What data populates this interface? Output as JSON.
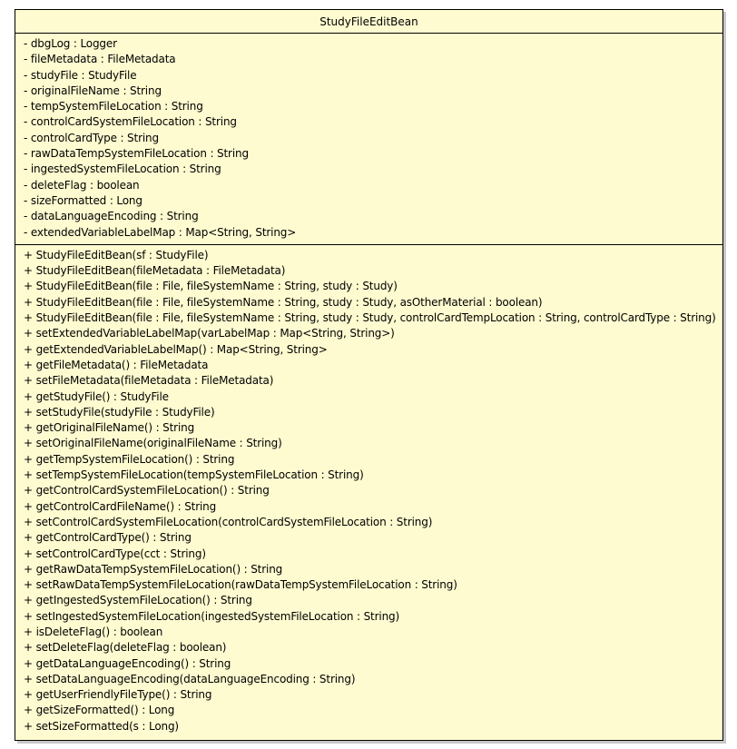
{
  "class": {
    "name": "StudyFileEditBean",
    "attributes": [
      "- dbgLog : Logger",
      "- fileMetadata : FileMetadata",
      "- studyFile : StudyFile",
      "- originalFileName : String",
      "- tempSystemFileLocation : String",
      "- controlCardSystemFileLocation : String",
      "- controlCardType : String",
      "- rawDataTempSystemFileLocation : String",
      "- ingestedSystemFileLocation : String",
      "- deleteFlag : boolean",
      "- sizeFormatted : Long",
      "- dataLanguageEncoding : String",
      "- extendedVariableLabelMap : Map<String, String>"
    ],
    "operations": [
      "+ StudyFileEditBean(sf : StudyFile)",
      "+ StudyFileEditBean(fileMetadata : FileMetadata)",
      "+ StudyFileEditBean(file : File, fileSystemName : String, study : Study)",
      "+ StudyFileEditBean(file : File, fileSystemName : String, study : Study, asOtherMaterial : boolean)",
      "+ StudyFileEditBean(file : File, fileSystemName : String, study : Study, controlCardTempLocation : String, controlCardType : String)",
      "+ setExtendedVariableLabelMap(varLabelMap : Map<String, String>)",
      "+ getExtendedVariableLabelMap() : Map<String, String>",
      "+ getFileMetadata() : FileMetadata",
      "+ setFileMetadata(fileMetadata : FileMetadata)",
      "+ getStudyFile() : StudyFile",
      "+ setStudyFile(studyFile : StudyFile)",
      "+ getOriginalFileName() : String",
      "+ setOriginalFileName(originalFileName : String)",
      "+ getTempSystemFileLocation() : String",
      "+ setTempSystemFileLocation(tempSystemFileLocation : String)",
      "+ getControlCardSystemFileLocation() : String",
      "+ getControlCardFileName() : String",
      "+ setControlCardSystemFileLocation(controlCardSystemFileLocation : String)",
      "+ getControlCardType() : String",
      "+ setControlCardType(cct : String)",
      "+ getRawDataTempSystemFileLocation() : String",
      "+ setRawDataTempSystemFileLocation(rawDataTempSystemFileLocation : String)",
      "+ getIngestedSystemFileLocation() : String",
      "+ setIngestedSystemFileLocation(ingestedSystemFileLocation : String)",
      "+ isDeleteFlag() : boolean",
      "+ setDeleteFlag(deleteFlag : boolean)",
      "+ getDataLanguageEncoding() : String",
      "+ setDataLanguageEncoding(dataLanguageEncoding : String)",
      "+ getUserFriendlyFileType() : String",
      "+ getSizeFormatted() : Long",
      "+ setSizeFormatted(s : Long)"
    ]
  },
  "colors": {
    "fill": "#fffbd0",
    "border": "#000000",
    "shadow": "#c8c8c8"
  }
}
